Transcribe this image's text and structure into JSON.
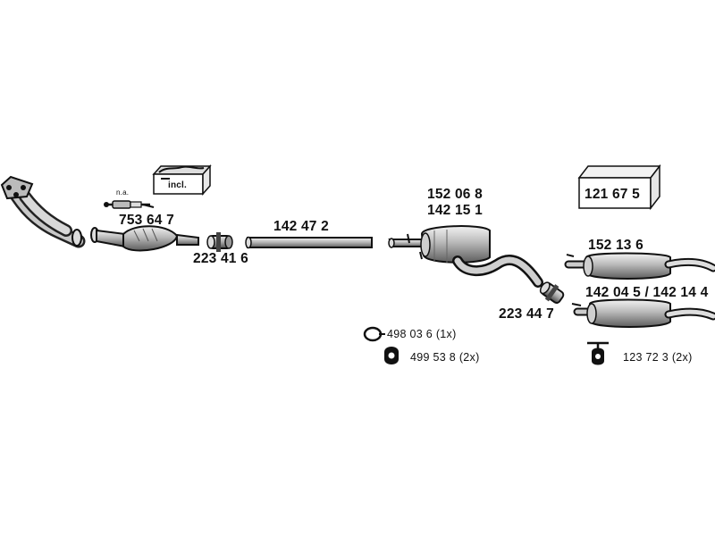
{
  "parts": {
    "front_pipe": {
      "icon": "front-pipe-icon"
    },
    "catalytic_converter": {
      "icon": "catalytic-converter-icon"
    },
    "lambda_sensor": {
      "label": "753 64 7",
      "note": "n.a.",
      "icon": "lambda-sensor-icon"
    },
    "mounting_kit": {
      "label": "incl.",
      "icon": "mounting-kit-box-icon"
    },
    "clamp_1": {
      "label": "223 41 6",
      "icon": "pipe-clamp-icon"
    },
    "intermediate_pipe": {
      "label": "142 47 2",
      "icon": "pipe-icon"
    },
    "middle_silencer": {
      "label_1": "152 06 8",
      "label_2": "142 15 1",
      "icon": "middle-silencer-icon"
    },
    "clamp_2": {
      "label": "223 44 7",
      "icon": "pipe-clamp-icon"
    },
    "kit_box": {
      "label": "121 67 5",
      "icon": "kit-box-icon"
    },
    "rear_silencer_1": {
      "label": "152 13 6",
      "icon": "rear-silencer-icon"
    },
    "rear_silencer_2": {
      "label": "142 04 5 / 142 14 4",
      "icon": "rear-silencer-icon"
    },
    "rubber_ring": {
      "label": "498 03 6 (1x)",
      "icon": "rubber-ring-icon"
    },
    "rubber_mount": {
      "label": "499 53 8 (2x)",
      "icon": "rubber-mount-icon"
    },
    "hanger": {
      "label": "123 72 3 (2x)",
      "icon": "hanger-icon"
    }
  }
}
